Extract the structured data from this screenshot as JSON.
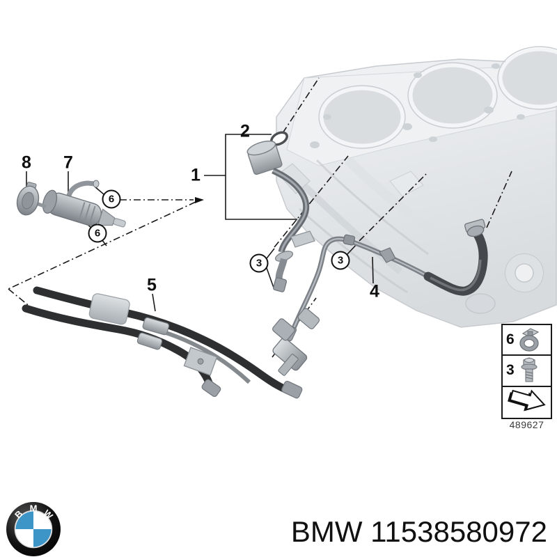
{
  "callouts": {
    "n1": "1",
    "n2": "2",
    "n4": "4",
    "n5": "5",
    "n7": "7",
    "n8": "8",
    "circle_6_upper": "6",
    "circle_6_lower": "6",
    "circle_3_left": "3",
    "circle_3_right": "3"
  },
  "legend": {
    "clamp_label": "6",
    "bolt_label": "3",
    "diagram_number": "489627"
  },
  "footer": {
    "part_label": "BMW 11538580972"
  },
  "logo": {
    "letter_b": "B",
    "letter_m": "M",
    "letter_w": "W"
  },
  "colors": {
    "bmw_blue": "#3d94c6",
    "hose_black": "#2d2f31",
    "metal_gray": "#9aa0a6",
    "engine_gray": "#e2e5e8",
    "line_black": "#1a1a1a"
  }
}
